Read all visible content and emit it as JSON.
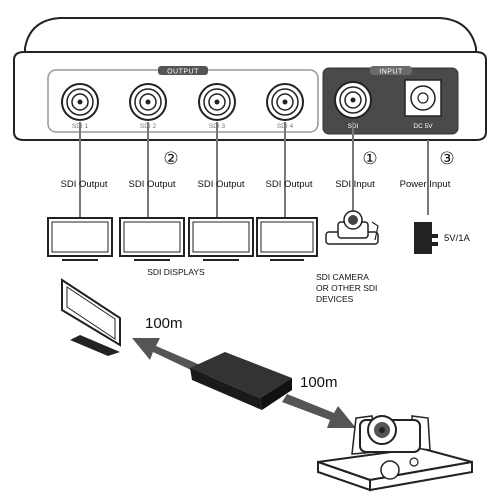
{
  "device": {
    "output_group_label": "OUTPUT",
    "input_group_label": "INPUT",
    "output_ports": [
      "SDI 1",
      "SDI 2",
      "SDI 3",
      "SDI 4"
    ],
    "input_port": "SDI",
    "power_port": "DC 5V"
  },
  "callouts": {
    "output_marker": "②",
    "input_marker": "①",
    "power_marker": "③"
  },
  "connections": {
    "output_labels": [
      "SDI Output",
      "SDI Output",
      "SDI Output",
      "SDI Output"
    ],
    "input_label": "SDI Input",
    "power_label": "Power Input"
  },
  "devices": {
    "displays_label": "SDI DISPLAYS",
    "camera_label_lines": [
      "SDI CAMERA",
      "OR OTHER SDI",
      "DEVICES"
    ],
    "adapter_label": "5V/1A"
  },
  "extension": {
    "distance_left": "100m",
    "distance_right": "100m"
  },
  "colors": {
    "panel_dark": "#3a3a3a",
    "body_outline": "#222222",
    "cable_gray": "#777777",
    "arrow_gray": "#555555"
  }
}
